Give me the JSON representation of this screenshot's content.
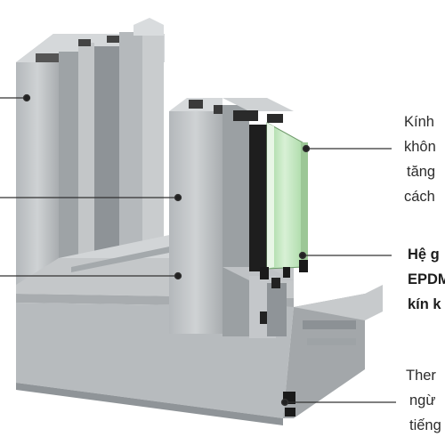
{
  "callouts": [
    {
      "lines": [
        "Kính",
        "khôn",
        "tăng",
        "cách"
      ],
      "bold": false
    },
    {
      "lines": [
        "Hệ g",
        "EPDM",
        "kín k"
      ],
      "bold": true
    },
    {
      "lines": [
        "Ther",
        "ngừ",
        "tiếng"
      ],
      "bold": false
    }
  ],
  "colors": {
    "aluminum_light": "#c9ccce",
    "aluminum_mid": "#a9adb0",
    "aluminum_dark": "#6e7377",
    "glass": "#bfe6bd",
    "gasket": "#1a1a1a",
    "leader": "#333333"
  }
}
